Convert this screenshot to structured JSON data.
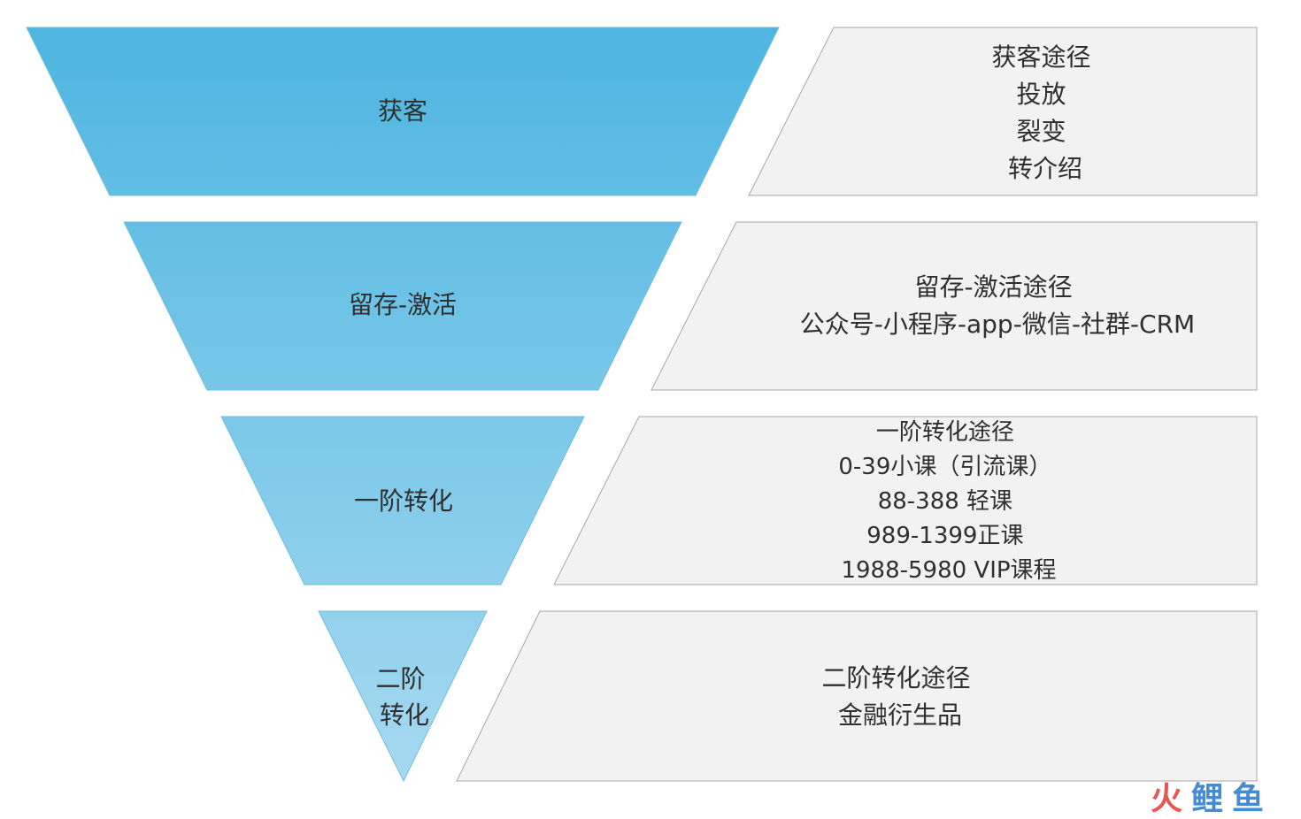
{
  "stages": [
    {
      "label_lines": [
        "获客"
      ],
      "detail_lines": [
        "获客途径",
        "投放",
        "裂变",
        "转介绍"
      ]
    },
    {
      "label_lines": [
        "留存-激活"
      ],
      "detail_lines": [
        "留存-激活途径",
        "公众号-小程序-app-微信-社群-CRM"
      ]
    },
    {
      "label_lines": [
        "一阶转化"
      ],
      "detail_lines": [
        "一阶转化途径",
        "0-39小课（引流课）",
        "88-388 轻课",
        "989-1399正课",
        "1988-5980 VIP课程"
      ]
    },
    {
      "label_lines": [
        "二阶",
        "转化"
      ],
      "detail_lines": [
        "二阶转化途径",
        "金融衍生品"
      ]
    }
  ],
  "watermark": {
    "chars": [
      "火",
      "鲤",
      "鱼"
    ],
    "colors": [
      "#e8423f",
      "#2f7fd0",
      "#2f7fd0"
    ]
  },
  "colors": {
    "funnel_top": "#4db5e0",
    "funnel_bottom": "#a6d9f0",
    "panel_fill": "#f2f2f2",
    "panel_stroke": "#a8a8a8",
    "text": "#2f2f2f"
  }
}
